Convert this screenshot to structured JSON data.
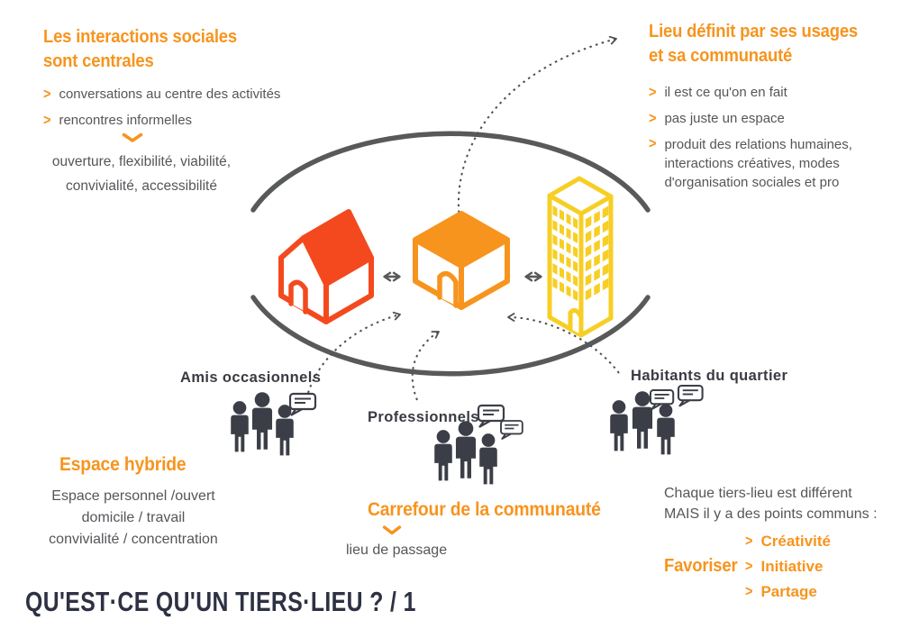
{
  "colors": {
    "orange": "#F7941E",
    "house_red": "#F4491E",
    "tower_yellow": "#F7CE23",
    "arc_gray": "#58595B",
    "dotted_gray": "#4D4E53",
    "text_gray": "#55565A",
    "dark_figure": "#3C3E47",
    "title_dark": "#2E3143"
  },
  "icons": {
    "bullet_chevron": ">"
  },
  "top_left": {
    "heading_lines": [
      "Les interactions sociales",
      "sont centrales"
    ],
    "bullets": [
      "conversations au centre des activités",
      "rencontres informelles"
    ],
    "result_lines": [
      "ouverture, flexibilité, viabilité,",
      "convivialité, accessibilité"
    ]
  },
  "top_right": {
    "heading_lines": [
      "Lieu définit par ses usages",
      "et sa communauté"
    ],
    "bullets": [
      "il est ce qu'on en fait",
      "pas juste un espace",
      "produit des relations humaines, interactions créatives, modes d'organisation sociales et pro"
    ]
  },
  "groups": {
    "friends_label": "Amis occasionnels",
    "professionals_label": "Professionnels",
    "residents_label": "Habitants du quartier"
  },
  "bottom_left": {
    "heading": "Espace hybride",
    "lines": [
      "Espace personnel /ouvert",
      "domicile / travail",
      "convivialité / concentration"
    ]
  },
  "bottom_center": {
    "heading": "Carrefour de la communauté",
    "subtext": "lieu de passage"
  },
  "bottom_right": {
    "intro_lines": [
      "Chaque tiers-lieu est différent",
      "MAIS il y a des points communs :"
    ],
    "favor_label": "Favoriser",
    "points": [
      "Créativité",
      "Initiative",
      "Partage"
    ]
  },
  "footer": {
    "title": "QU'EST·CE QU'UN TIERS·LIEU ? / 1"
  }
}
